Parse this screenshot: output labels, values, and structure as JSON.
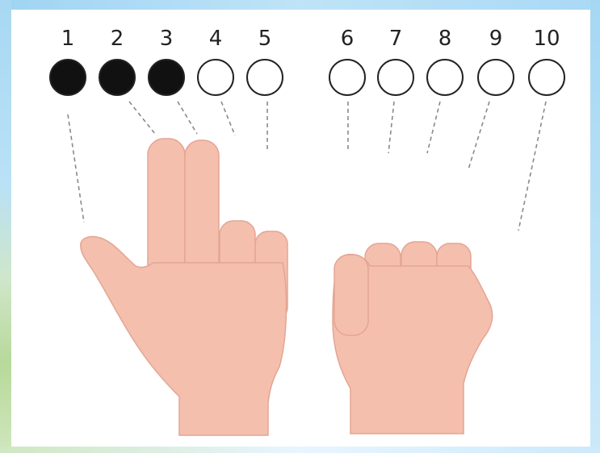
{
  "numbers": [
    "1",
    "2",
    "3",
    "4",
    "5",
    "6",
    "7",
    "8",
    "9",
    "10"
  ],
  "fingers_counted": 3,
  "colors": {
    "filled_circle": "#111111",
    "empty_circle": "#ffffff",
    "circle_stroke": "#222222",
    "skin": "#f5bfad",
    "skin_outline": "#e3a593",
    "leader_line": "#8a8a8a",
    "frame_sky": "#a8d8f3",
    "frame_leaf": "#b7d99a"
  },
  "icons": {
    "left_hand": "hand-three-fingers-raised-icon",
    "right_hand": "hand-fist-icon"
  }
}
